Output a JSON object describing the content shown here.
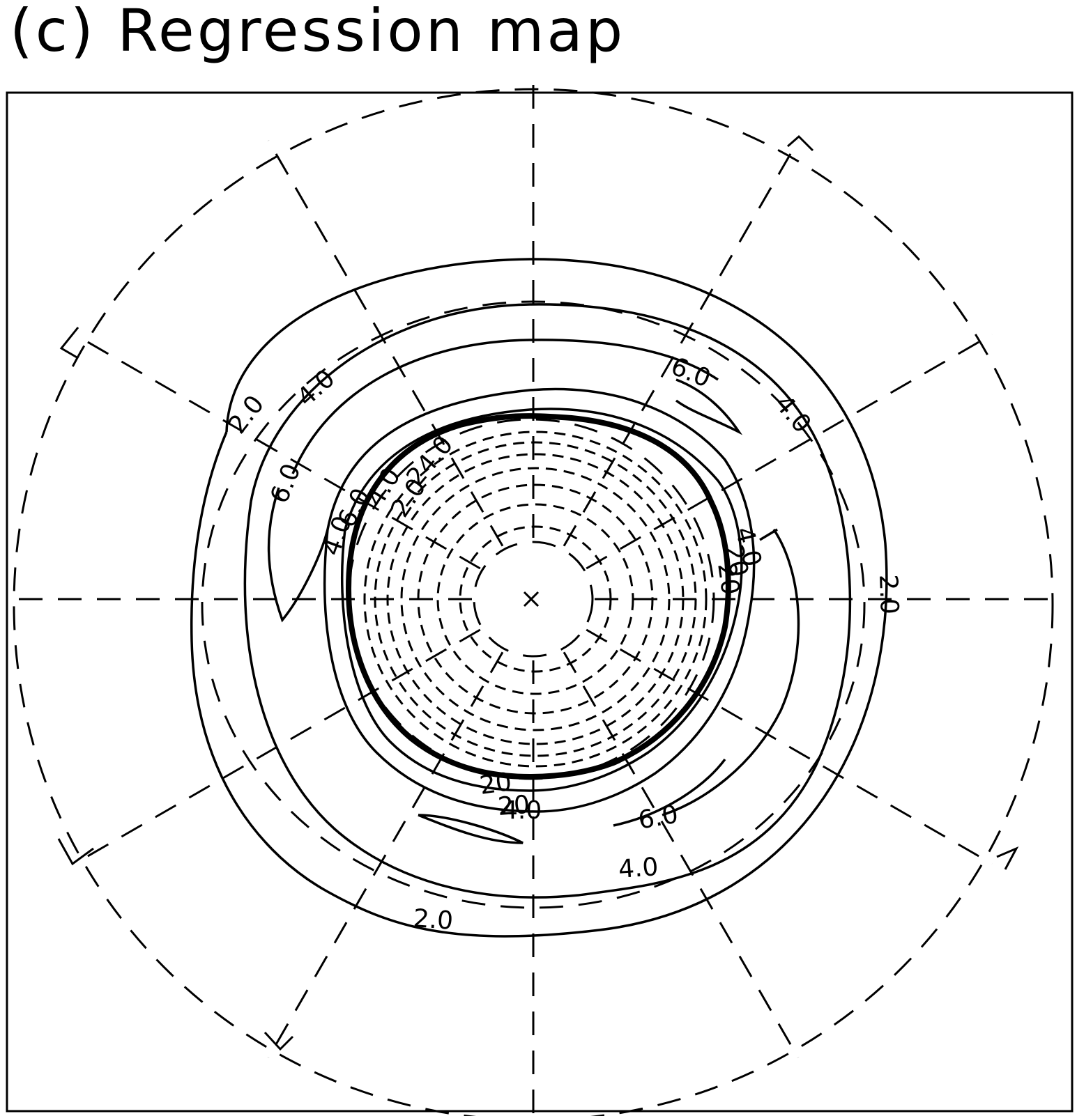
{
  "title": "(c) Regression map",
  "map": {
    "projection": "polar stereographic, pole-centred",
    "graticule": {
      "style": "dashed",
      "meridian_count": 12,
      "parallel_count": 3
    },
    "contours": {
      "positive_style": "solid",
      "negative_style": "dashed",
      "zero_line_style": "thick solid",
      "labels": [
        "2.0",
        "4.0",
        "6.0",
        "6.0",
        "4.0",
        "2.0",
        "6.0",
        "4.0",
        "2.0",
        "4.0",
        "6.0",
        "4.0",
        "2.0",
        "24.0",
        "20",
        "20",
        "20",
        "4.0",
        "20",
        "4.0"
      ]
    }
  }
}
